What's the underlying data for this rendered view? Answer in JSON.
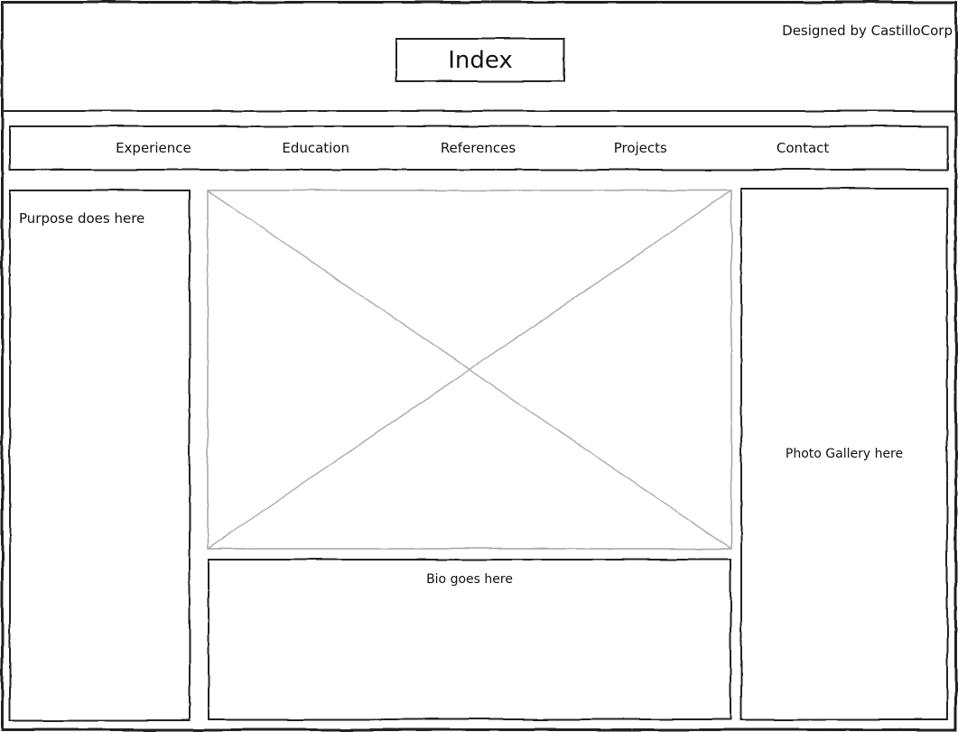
{
  "header": {
    "credit": "Designed by CastilloCorp",
    "title": "Index"
  },
  "nav": {
    "items": [
      {
        "label": "Experience"
      },
      {
        "label": "Education"
      },
      {
        "label": "References"
      },
      {
        "label": "Projects"
      },
      {
        "label": "Contact"
      }
    ]
  },
  "left_panel": {
    "text": "Purpose does here"
  },
  "bio_panel": {
    "text": "Bio goes here"
  },
  "right_panel": {
    "text": "Photo Gallery here"
  },
  "colors": {
    "line": "#222222",
    "placeholder_line": "#a9a9a9",
    "text": "#111111",
    "background": "#ffffff"
  }
}
